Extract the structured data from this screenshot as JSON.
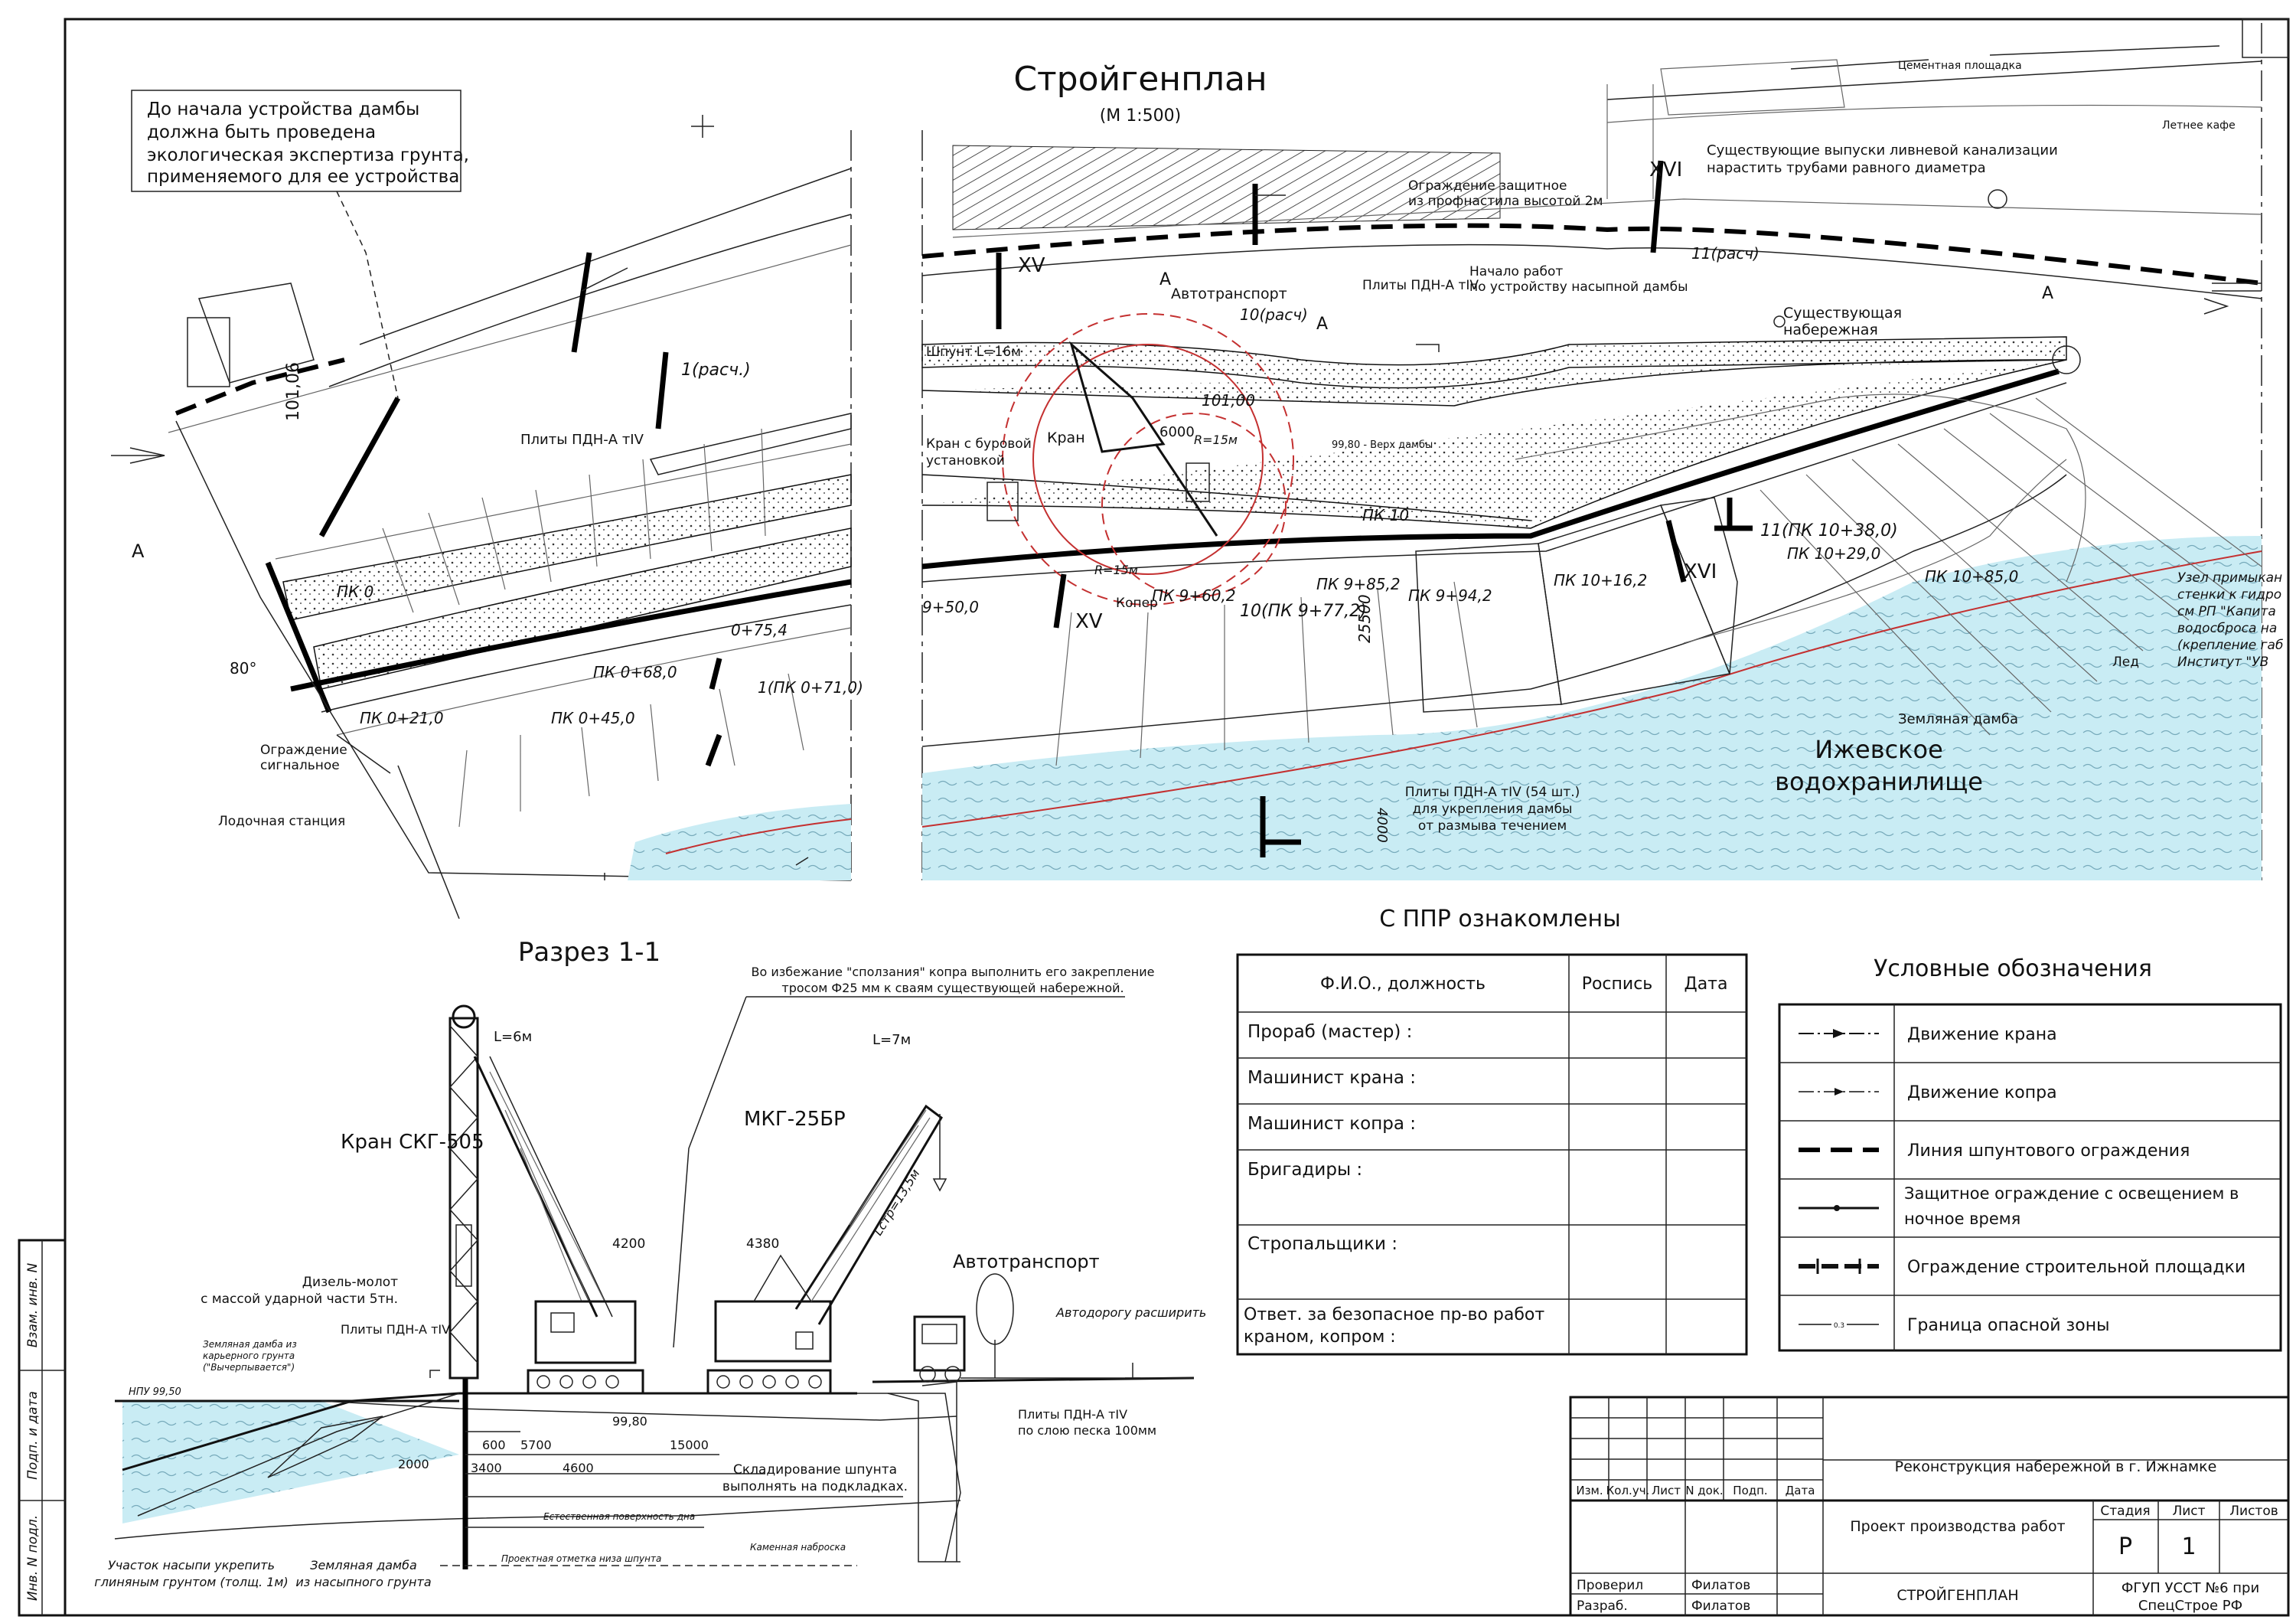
{
  "drawing": {
    "title": "Стройгенплан",
    "scale": "(М 1:500)",
    "note": [
      "До начала устройства дамбы",
      "должна быть проведена",
      "экологическая экспертиза грунта,",
      "применяемого для ее устройства"
    ],
    "plan_labels": {
      "slabs_1": "Плиты ПДН-А тIV",
      "slabs_2": "Плиты ПДН-А тIV",
      "fence_signal_1": "Ограждение",
      "fence_signal_2": "сигнальное",
      "boat_station": "Лодочная станция",
      "protect_fence_1": "Ограждение защитное",
      "protect_fence_2": "из профнастила высотой 2м",
      "start_work_1": "Начало работ",
      "start_work_2": "по устройству насыпной дамбы",
      "storm_1": "Существующие выпуски ливневой канализации",
      "storm_2": "нарастить трубами равного диаметра",
      "existing_emb_1": "Существующая",
      "existing_emb_2": "набережная",
      "transport": "Автотранспорт",
      "sheet_pile": "Шпунт L=16м",
      "crane_drill_1": "Кран с буровой",
      "crane_drill_2": "установкой",
      "crane": "Кран",
      "pile_driver": "Копер",
      "dam_top": "99,80 - Верх дамбы",
      "ice": "Лед",
      "earth_dam": "Земляная дамба",
      "reservoir_1": "Ижевское",
      "reservoir_2": "водохранилище",
      "slabs54_1": "Плиты ПДН-А тIV (54 шт.)",
      "slabs54_2": "для укрепления дамбы",
      "slabs54_3": "от размыва течением",
      "node_1": "Узел примыкан",
      "node_2": "стенки к гидро",
      "node_3": "см РП \"Капита",
      "node_4": "водосброса на",
      "node_5": "(крепление габ",
      "node_6": "Институт \"УВ",
      "cemetery": "Цементная площадка",
      "summer_cafe": "Летнее кафе",
      "letter_a": "А",
      "pk_0": "ПК 0",
      "pk_021": "ПК 0+21,0",
      "pk_045": "ПК 0+45,0",
      "pk_068": "ПК 0+68,0",
      "pk_075": "0+75,4",
      "pk_1_71": "1(ПК 0+71,0)",
      "pk_950": "9+50,0",
      "pk_960": "ПК 9+60,2",
      "pk_977": "10(ПК 9+77,2)",
      "pk_985": "ПК 9+85,2",
      "pk_994": "ПК 9+94,2",
      "pk_1016": "ПК 10+16,2",
      "pk_1038": "11(ПК 10+38,0)",
      "pk_1029": "ПК 10+29,0",
      "pk_1085": "ПК 10+85,0",
      "pk_10": "ПК 10",
      "calc_1": "1(расч.)",
      "calc_10": "10(расч)",
      "calc_11": "11(расч)",
      "roman_xv": "XV",
      "roman_xvi": "XVI",
      "angle": "80°",
      "dim_6000": "6000",
      "dim_25500": "25500",
      "dim_4000": "4000",
      "r_15": "R=15м",
      "r_15b": "R=15м",
      "elev_10100": "101,00",
      "elev_10106": "101,06"
    },
    "section": {
      "title": "Разрез 1-1",
      "crane_name": "Кран СКГ-505",
      "mkg_name": "МКГ-25БР",
      "transport": "Автотранспорт",
      "note_1": "Во избежание \"сползания\" копра выполнить его закрепление",
      "note_2": "тросом Ф25 мм  к сваям существующей набережной.",
      "diesel_1": "Дизель-молот",
      "diesel_2": "с массой ударной части 5тн.",
      "slabs": "Плиты ПДН-А тIV",
      "slabs_sand_1": "Плиты ПДН-А тIV",
      "slabs_sand_2": "по слою песка 100мм",
      "road_widen": "Автодорогу расширить",
      "storage_1": "Складирование шпунта",
      "storage_2": "выполнять на подкладках.",
      "dam_1": "Земляная дамба",
      "dam_2": "из насыпного грунта",
      "fill_1": "Участок насыпи укрепить",
      "fill_2": "глиняным грунтом (толщ. 1м)",
      "dam_quarry_1": "Земляная дамба из",
      "dam_quarry_2": "карьерного грунта",
      "dam_quarry_3": "(\"Вычерпывается\")",
      "natural": "Естественная поверхность дна",
      "design_mark": "Проектная отметка низа шпунта",
      "stone": "Каменная наброска",
      "l6": "L=6м",
      "l7": "L=7м",
      "lstr": "Lстр=13,5м",
      "d4200": "4200",
      "d4380": "4380",
      "d600": "600",
      "d5700": "5700",
      "d15000": "15000",
      "d2000": "2000",
      "d3400": "3400",
      "d4600": "4600",
      "e9980": "99,80",
      "hpu": "НПУ 99,50"
    }
  },
  "signoff": {
    "title": "С ППР ознакомлены",
    "headers": [
      "Ф.И.О., должность",
      "Роспись",
      "Дата"
    ],
    "rows": [
      "Прораб (мастер) :",
      "Машинист крана :",
      "Машинист копра :",
      "Бригадиры :",
      "Стропальщики :",
      "Ответ. за безопасное пр-во работ краном, копром :"
    ]
  },
  "legend": {
    "title": "Условные обозначения",
    "items": [
      "Движение крана",
      "Движение копра",
      "Линия шпунтового ограждения",
      "Защитное ограждение с освещением в ночное время",
      "Ограждение строительной площадки",
      "Граница опасной зоны"
    ]
  },
  "titleblock": {
    "project": "Реконструкция набережной в г. Ижнамке",
    "document": "Проект производства работ",
    "sheet_name": "СТРОЙГЕНПЛАН",
    "org_1": "ФГУП УССТ №6 при",
    "org_2": "СпецСтрое РФ",
    "col_heads": [
      "Изм.",
      "Кол.уч.",
      "Лист",
      "N док.",
      "Подп.",
      "Дата"
    ],
    "stage_head": "Стадия",
    "sheet_head": "Лист",
    "sheets_head": "Листов",
    "stage": "Р",
    "sheet": "1",
    "checked_label": "Проверил",
    "checked_name": "Филатов",
    "dev_label": "Разраб.",
    "dev_name": "Филатов",
    "side_1": "Взам. инв. N",
    "side_2": "Подп. и дата",
    "side_3": "Инв. N подл."
  }
}
